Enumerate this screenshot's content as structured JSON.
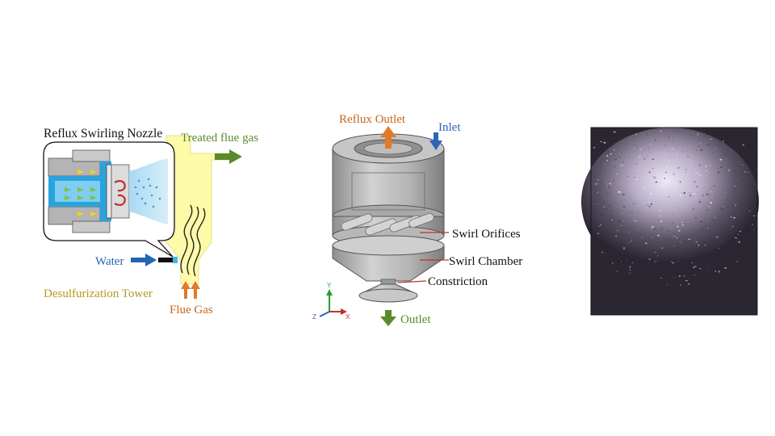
{
  "left_panel": {
    "inset_title": "Reflux Swirling Nozzle",
    "treated_label": "Treated flue gas",
    "water_label": "Water",
    "tower_label": "Desulfurization Tower",
    "flue_label": "Flue Gas",
    "colors": {
      "tower": "#fdfaa8",
      "treated": "#5a8a2c",
      "water": "#2266b0",
      "tower_text": "#b29b1a",
      "flue": "#c8651a",
      "nozzle_blue": "#29a3dc",
      "swirl_red": "#c0312b"
    }
  },
  "middle_panel": {
    "reflux_outlet": "Reflux Outlet",
    "inlet": "Inlet",
    "swirl_orifices": "Swirl Orifices",
    "swirl_chamber": "Swirl Chamber",
    "constriction": "Constriction",
    "outlet": "Outlet",
    "axes": {
      "y": "Y",
      "z": "Z",
      "x": "X"
    },
    "colors": {
      "reflux": "#c8651a",
      "inlet": "#2e63b5",
      "outlet": "#5a8a2c",
      "leader": "#c0312b"
    }
  },
  "right_panel": {
    "colors": {
      "bg": "#2b2730",
      "glow": "#d8cfe6"
    }
  }
}
